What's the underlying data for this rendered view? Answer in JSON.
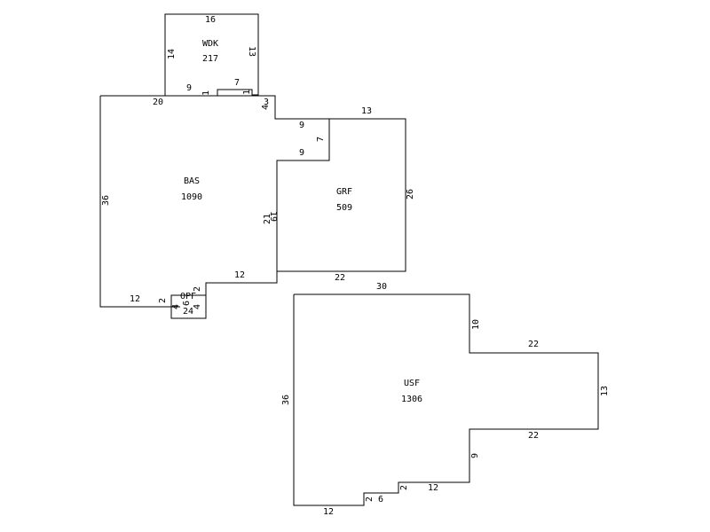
{
  "areas": {
    "wdk": {
      "code": "WDK",
      "area": "217"
    },
    "bas": {
      "code": "BAS",
      "area": "1090"
    },
    "grf": {
      "code": "GRF",
      "area": "509"
    },
    "usf": {
      "code": "USF",
      "area": "1306"
    },
    "opf": {
      "code": "OPF",
      "area": "24"
    }
  },
  "dimensions": {
    "wdk_top": "16",
    "wdk_left": "14",
    "wdk_right": "13",
    "wdk_bottom_a": "9",
    "wdk_step_a": "1",
    "wdk_bottom_b": "7",
    "wdk_step_b": "1",
    "bas_top": "20",
    "bas_left": "36",
    "bas_notch_a": "3",
    "bas_notch_b": "4",
    "bas_bottom": "12",
    "bas_right_bottom": "12",
    "bas_inner_right_a": "21",
    "bas_inner_right_b": "19",
    "bas_step": "2",
    "grf_top_left": "9",
    "grf_notch": "7",
    "grf_inner_top": "9",
    "grf_top": "13",
    "grf_right": "26",
    "grf_bottom": "22",
    "opf_left": "4",
    "opf_inner": "6",
    "opf_right": "4",
    "opf_top_right": "2",
    "usf_top": "30",
    "usf_left": "36",
    "usf_right_top": "10",
    "usf_wing_top": "22",
    "usf_wing_right": "13",
    "usf_wing_bottom": "22",
    "usf_right_bottom": "9",
    "usf_bottom_a": "12",
    "usf_step_a": "2",
    "usf_bottom_b": "6",
    "usf_step_b": "2",
    "usf_bottom_c": "12"
  }
}
